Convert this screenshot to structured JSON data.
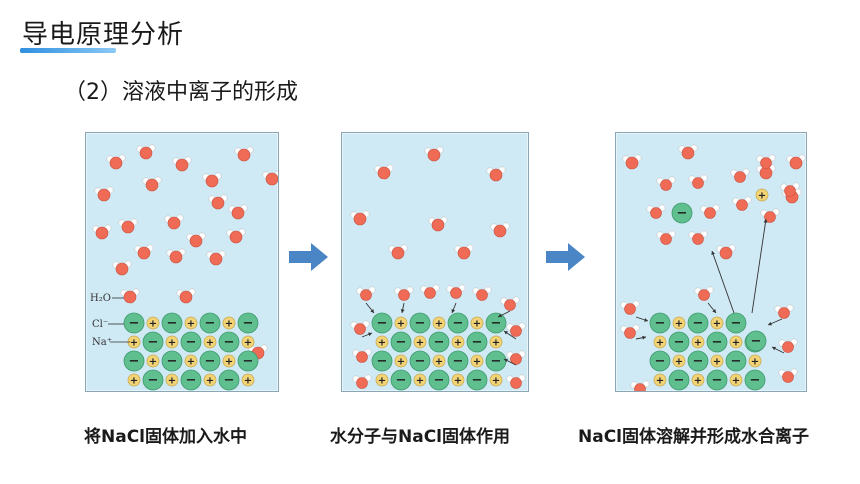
{
  "title": "导电原理分析",
  "subtitle": "（2）溶液中离子的形成",
  "panels": [
    {
      "caption": "将NaCl固体加入水中"
    },
    {
      "caption": "水分子与NaCl固体作用"
    },
    {
      "caption": "NaCl固体溶解并形成水合离子"
    }
  ],
  "labels": {
    "water": "H₂O",
    "chloride": "Cl⁻",
    "sodium": "Na⁺"
  },
  "ion_signs": {
    "cl": "−",
    "na": "+"
  },
  "colors": {
    "cl": "#5fbf8f",
    "na": "#f2d477",
    "water_o": "#ef6b55",
    "water_h": "#ffffff",
    "arrow": "#4a86c5",
    "panel_bg": "#cfe9f5",
    "title_bar": "#2f8fe0"
  }
}
